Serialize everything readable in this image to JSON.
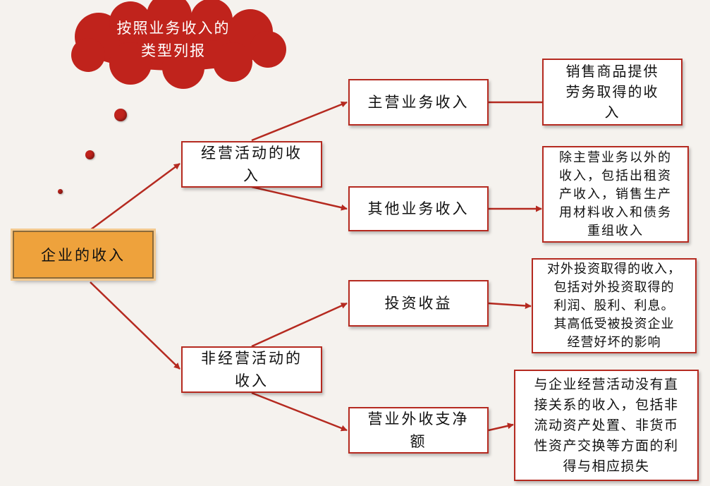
{
  "cloud": {
    "line1": "按照业务收入的",
    "line2": "类型列报"
  },
  "root": {
    "label": "企业的收入"
  },
  "operating": {
    "line1": "经营活动的收",
    "line2": "入"
  },
  "non_operating": {
    "line1": "非经营活动的",
    "line2": "收入"
  },
  "main_business": {
    "label": "主营业务收入"
  },
  "other_business": {
    "label": "其他业务收入"
  },
  "investment": {
    "label": "投资收益"
  },
  "non_operating_net": {
    "line1": "营业外收支净",
    "line2": "额"
  },
  "desc_main": {
    "lines": [
      "销售商品提供",
      "劳务取得的收",
      "入"
    ]
  },
  "desc_other": {
    "lines": [
      "除主营业务以外的",
      "收入，包括出租资",
      "产收入，销售生产",
      "用材料收入和债务",
      "重组收入"
    ]
  },
  "desc_investment": {
    "lines": [
      "对外投资取得的收入，",
      "包括对外投资取得的",
      "利润、股利、利息。",
      "其高低受被投资企业",
      "经营好坏的影响"
    ]
  },
  "desc_non_operating": {
    "lines": [
      "与企业经营活动没有直",
      "接关系的收入，包括非",
      "流动资产处置、非货币",
      "性资产交换等方面的利",
      "得与相应损失"
    ]
  },
  "colors": {
    "accent": "#b52a20",
    "root_fill": "#eea23c",
    "cloud": "#c0231c"
  }
}
